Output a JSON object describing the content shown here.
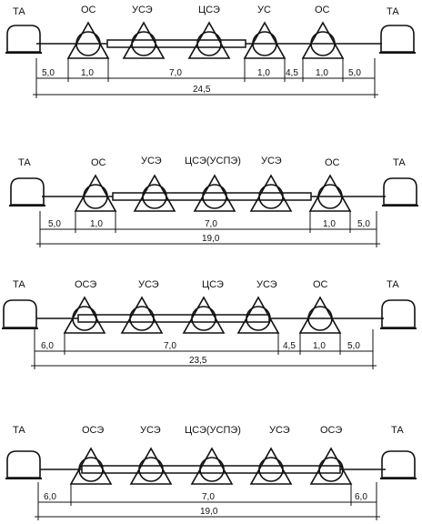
{
  "colors": {
    "ink": "#111111",
    "paper": "#ffffff"
  },
  "diagrams": [
    {
      "labels": [
        "ТА",
        "ОС",
        "УСЭ",
        "ЦСЭ",
        "УС",
        "ОС",
        "ТА"
      ],
      "spans": [
        "5,0",
        "1,0",
        "7,0",
        "1,0",
        "4,5",
        "1,0",
        "5,0"
      ],
      "total": "24,5"
    },
    {
      "labels": [
        "ТА",
        "ОС",
        "УСЭ",
        "ЦСЭ(УСПЭ)",
        "УСЭ",
        "ОС",
        "ТА"
      ],
      "spans": [
        "5,0",
        "1,0",
        "7,0",
        "1,0",
        "5,0"
      ],
      "total": "19,0"
    },
    {
      "labels": [
        "ТА",
        "ОСЭ",
        "УСЭ",
        "ЦСЭ",
        "УСЭ",
        "ОС",
        "ТА"
      ],
      "spans": [
        "6,0",
        "7,0",
        "4,5",
        "1,0",
        "5,0"
      ],
      "total": "23,5"
    },
    {
      "labels": [
        "ТА",
        "ОСЭ",
        "УСЭ",
        "ЦСЭ(УСПЭ)",
        "УСЭ",
        "ОСЭ",
        "ТА"
      ],
      "spans": [
        "6,0",
        "7,0",
        "6,0"
      ],
      "total": "19,0"
    }
  ]
}
